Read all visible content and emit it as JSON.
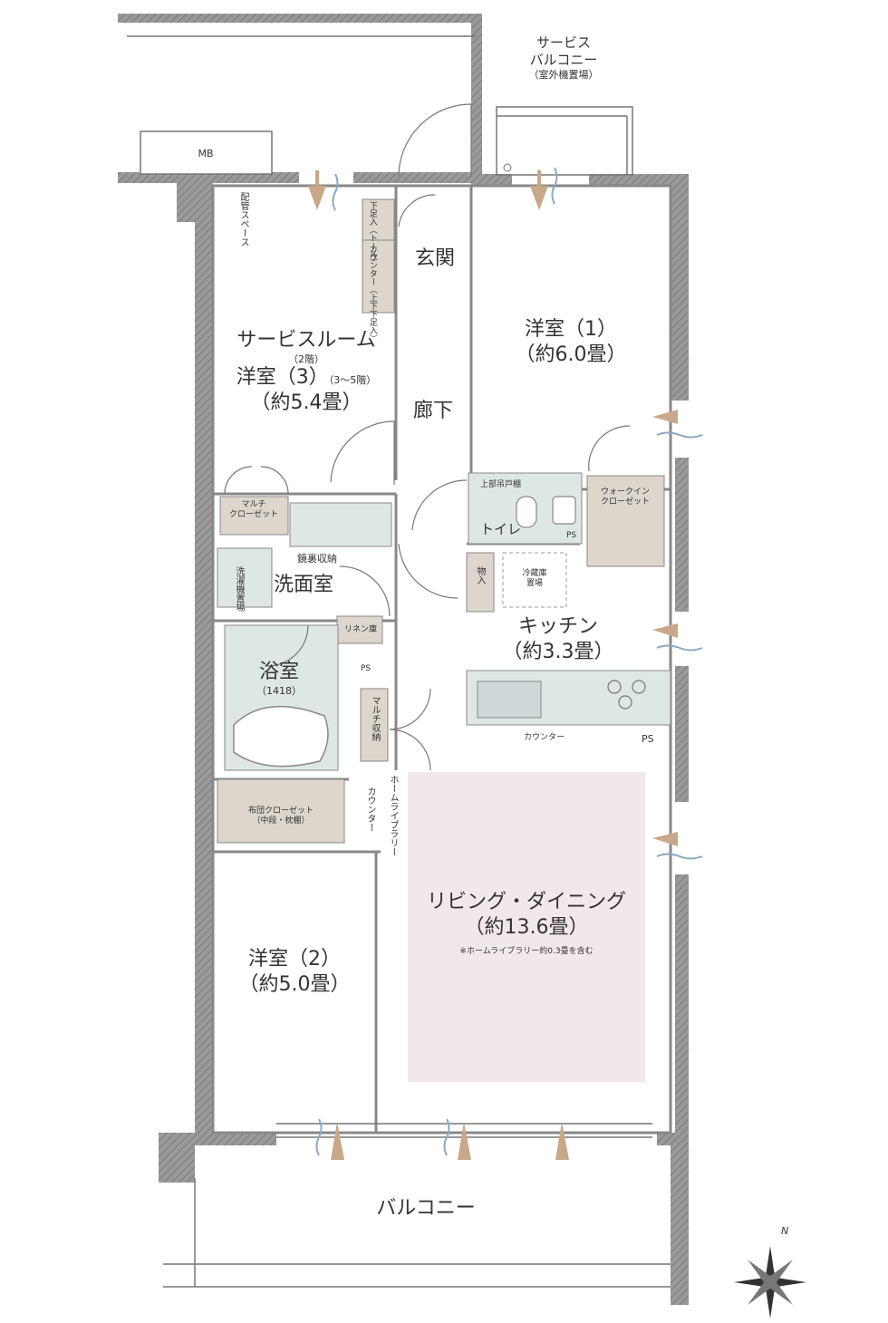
{
  "labels": {
    "service_balcony": [
      "サービス",
      "バルコニー",
      "（室外機置場）"
    ],
    "mb": "MB",
    "pipe_space": "配管スペース",
    "shoe_tall": "下足入（トール）",
    "shoe_counter": "カウンター（上下下足入）",
    "genkan": "玄関",
    "room1": [
      "洋室（1）",
      "（約6.0畳）"
    ],
    "service_room": [
      "サービスルーム",
      "（2階）",
      "洋室（3）",
      "（3〜5階）",
      "（約5.4畳）"
    ],
    "corridor": "廊下",
    "upper_shelf": "上部吊戸棚",
    "toilet": "トイレ",
    "walkin": [
      "ウォークイン",
      "クローゼット"
    ],
    "ps": "PS",
    "multi_closet": [
      "マルチ",
      "クローゼット"
    ],
    "mirror_storage": "鏡裏収納",
    "washer": "洗濯機置場",
    "washroom": "洗面室",
    "storage": "物入",
    "fridge": [
      "冷蔵庫",
      "置場"
    ],
    "kitchen": [
      "キッチン",
      "（約3.3畳）"
    ],
    "linen": "リネン庫",
    "bath": [
      "浴室",
      "（1418）"
    ],
    "multi_storage": "マルチ収納",
    "counter": "カウンター",
    "futon_closet": [
      "布団クローゼット",
      "（中段・枕棚）"
    ],
    "home_library": "ホームライブラリー",
    "living": [
      "リビング・ダイニング",
      "（約13.6畳）",
      "※ホームライブラリー約0.3畳を含む"
    ],
    "room2": [
      "洋室（2）",
      "（約5.0畳）"
    ],
    "balcony": "バルコニー",
    "north": "N"
  },
  "colors": {
    "wall": "#8e8e8e",
    "fixture": "#dfe6e6",
    "storage": "#dcd6cc",
    "living_fill": "#f2e8ea",
    "air_arrow": "#c8a888",
    "wind": "#8aa8c4"
  }
}
